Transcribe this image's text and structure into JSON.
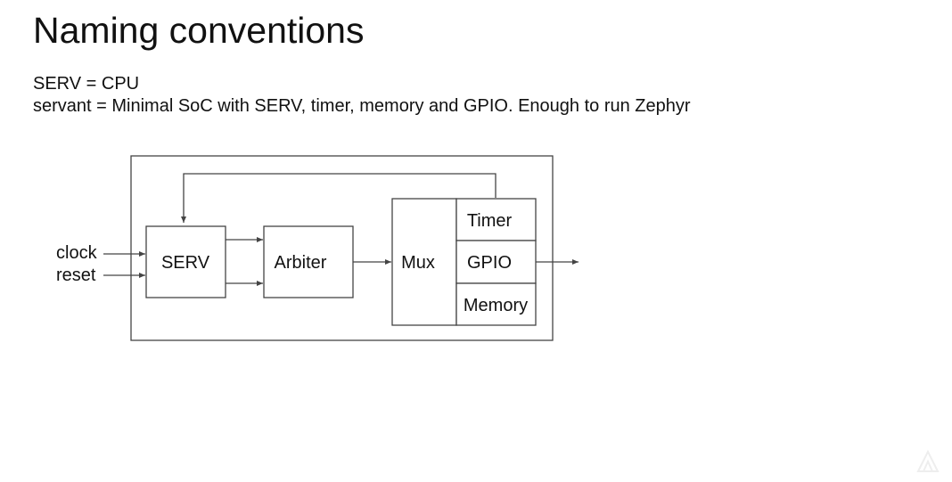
{
  "slide": {
    "title": "Naming conventions",
    "lines": [
      "SERV = CPU",
      "servant = Minimal SoC with SERV, timer, memory and GPIO. Enough to run Zephyr"
    ]
  },
  "diagram": {
    "inputs": [
      "clock",
      "reset"
    ],
    "blocks": {
      "serv": "SERV",
      "arbiter": "Arbiter",
      "mux": "Mux",
      "timer": "Timer",
      "gpio": "GPIO",
      "memory": "Memory"
    }
  },
  "colors": {
    "text": "#111111",
    "line": "#444444",
    "background": "#ffffff"
  }
}
